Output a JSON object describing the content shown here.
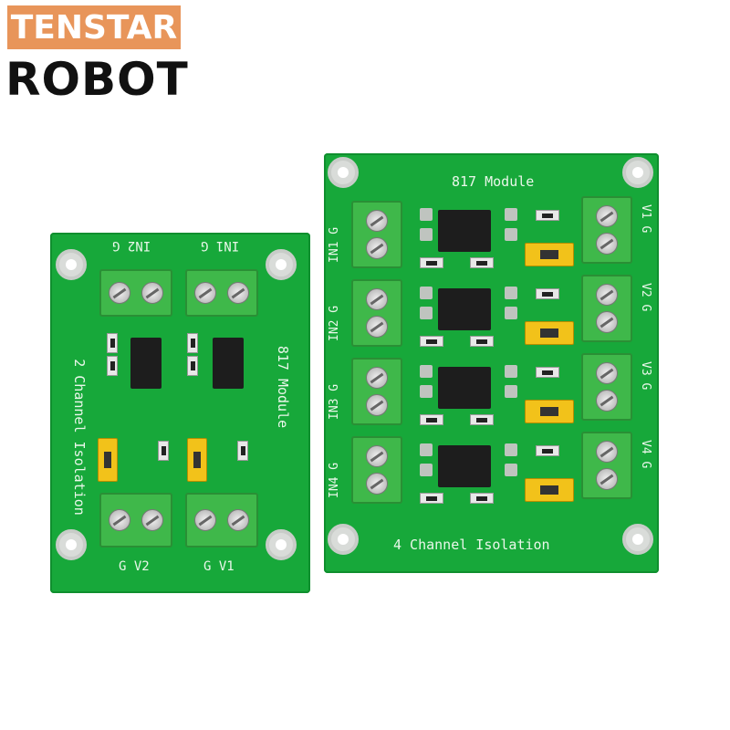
{
  "logo": {
    "top": "TENSTAR",
    "bottom": "ROBOT",
    "accent": "#e8955a"
  },
  "left_board": {
    "top_labels": [
      "IN2 G",
      "IN1 G"
    ],
    "side_left": "2 Channel Isolation",
    "side_right": "817 Module",
    "bottom_labels": [
      "G V2",
      "G V1"
    ],
    "color": "#17a83a"
  },
  "right_board": {
    "title": "817 Module",
    "bottom": "4 Channel Isolation",
    "inputs": [
      [
        "IN1",
        "G"
      ],
      [
        "IN2",
        "G"
      ],
      [
        "IN3",
        "G"
      ],
      [
        "IN4",
        "G"
      ]
    ],
    "outputs": [
      [
        "V1",
        "G"
      ],
      [
        "V2",
        "G"
      ],
      [
        "V3",
        "G"
      ],
      [
        "V4",
        "G"
      ]
    ],
    "color": "#17a83a"
  }
}
